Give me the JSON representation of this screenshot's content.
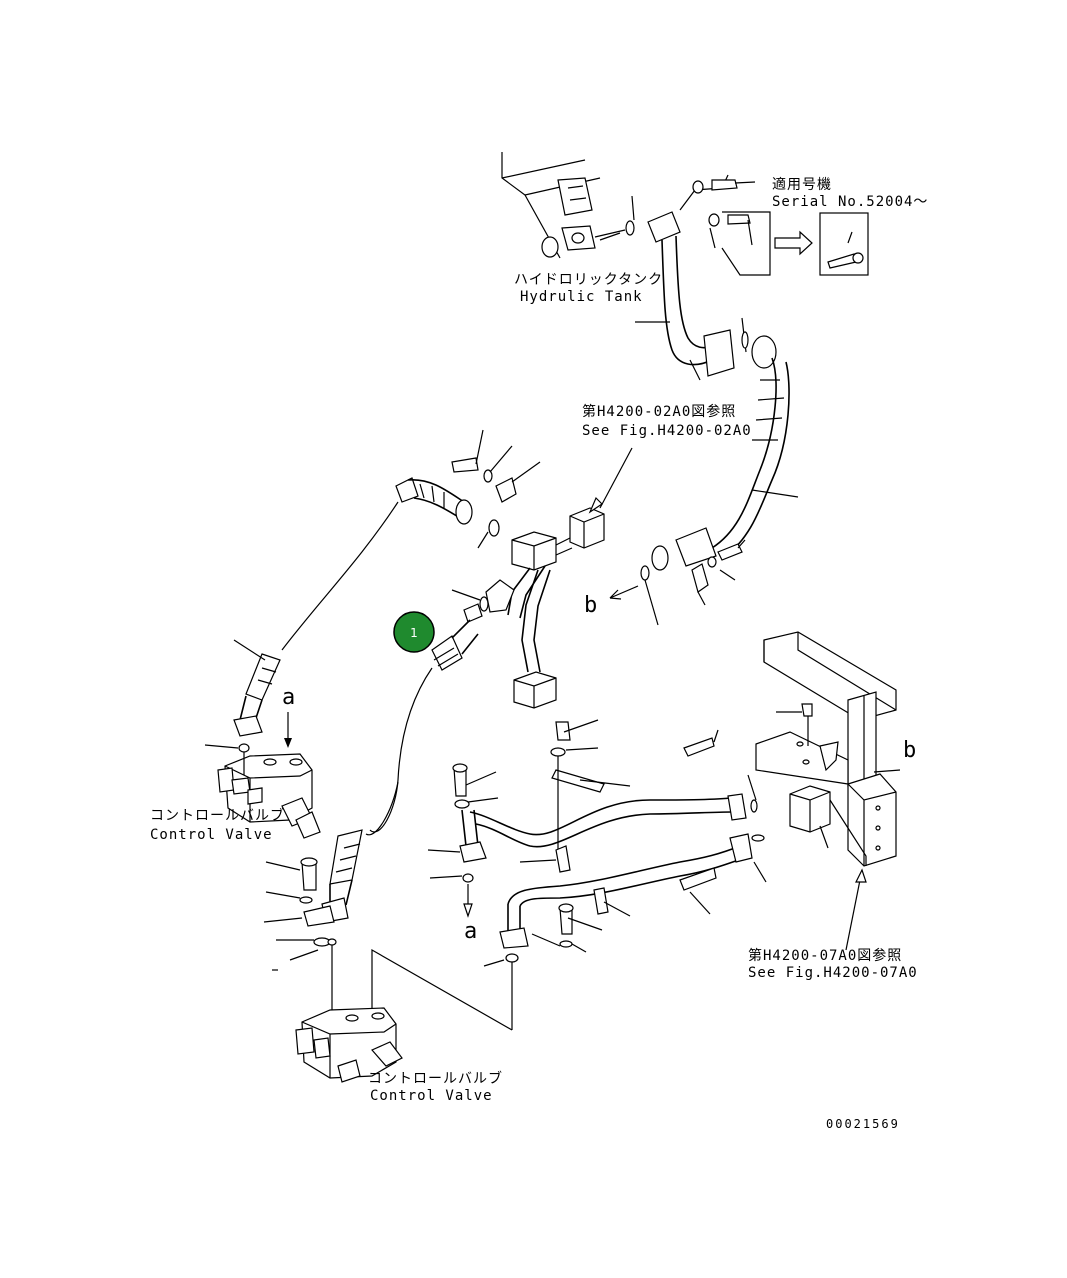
{
  "labels": {
    "serial_jp": "適用号機",
    "serial_en": "Serial No.52004〜",
    "tank_jp": "ハイドロリックタンク",
    "tank_en": "Hydrulic Tank",
    "fig02_jp": "第H4200-02A0図参照",
    "fig02_en": "See Fig.H4200-02A0",
    "cv1_jp": "コントロールバルブ",
    "cv1_en": "Control Valve",
    "cv2_jp": "コントロールバルブ",
    "cv2_en": "Control Valve",
    "fig07_jp": "第H4200-07A0図参照",
    "fig07_en": "See Fig.H4200-07A0",
    "drawing_number": "00021569"
  },
  "refs": {
    "a_top": "a",
    "a_bottom": "a",
    "b_left": "b",
    "b_right": "b"
  },
  "callout": {
    "number": "1",
    "color": "#1f8a2e"
  }
}
